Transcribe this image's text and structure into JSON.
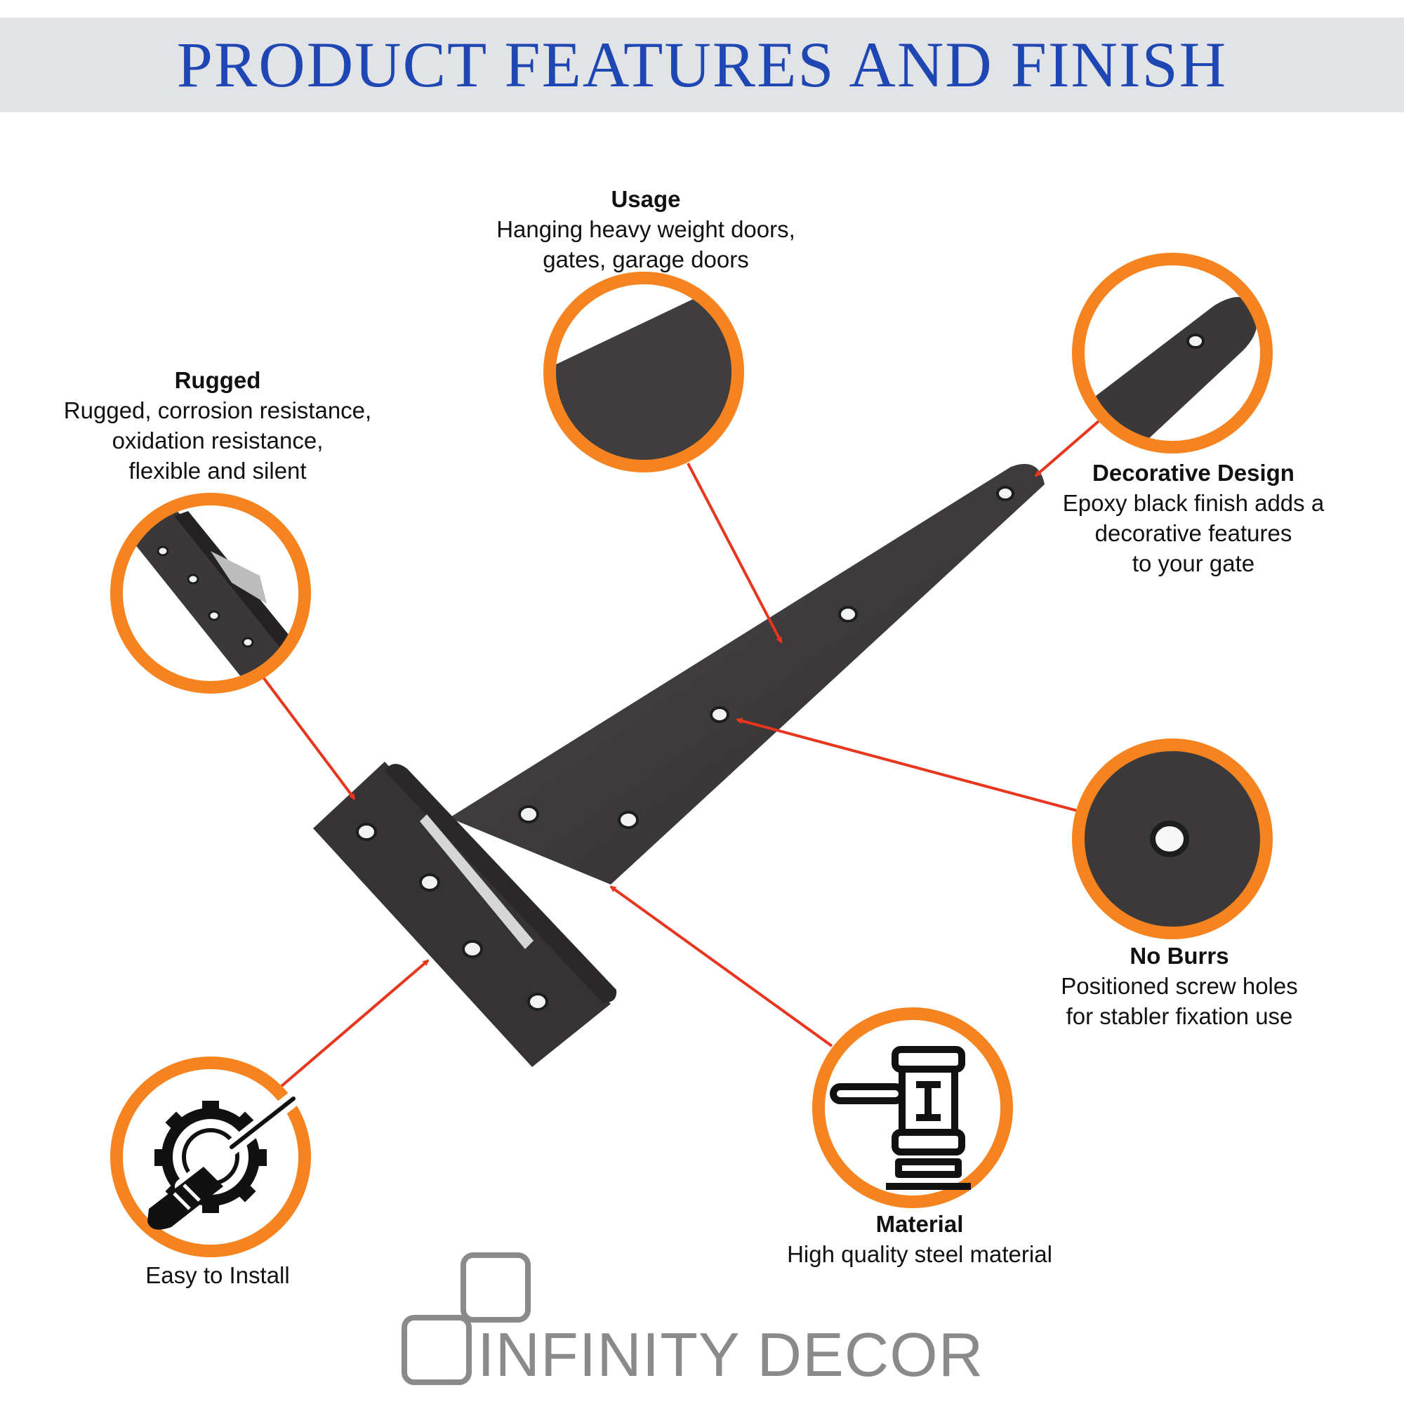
{
  "header": {
    "title": "PRODUCT FEATURES AND FINISH"
  },
  "features": {
    "usage": {
      "title": "Usage",
      "description": "Hanging heavy weight doors,\ngates, garage doors"
    },
    "rugged": {
      "title": "Rugged",
      "description": "Rugged, corrosion resistance,\noxidation resistance,\nflexible and silent"
    },
    "decorative": {
      "title": "Decorative Design",
      "description": "Epoxy black finish adds a\ndecorative features\nto your gate"
    },
    "no_burrs": {
      "title": "No Burrs",
      "description": "Positioned screw holes\nfor stabler fixation use"
    },
    "material": {
      "title": "Material",
      "description": "High quality steel material"
    },
    "install": {
      "title": "Easy to Install"
    }
  },
  "brand": {
    "name": "INFINITY DECOR"
  },
  "colors": {
    "banner_background": "#e1e3e6",
    "title_blue": "#1f47b3",
    "ring_orange": "#f5831f",
    "arrow_red": "#e8361e",
    "hinge_dark": "#3b393a",
    "logo_gray": "#8a8a8a"
  },
  "icons": {
    "install": "gear-screwdriver-icon",
    "material": "gavel-icon"
  }
}
